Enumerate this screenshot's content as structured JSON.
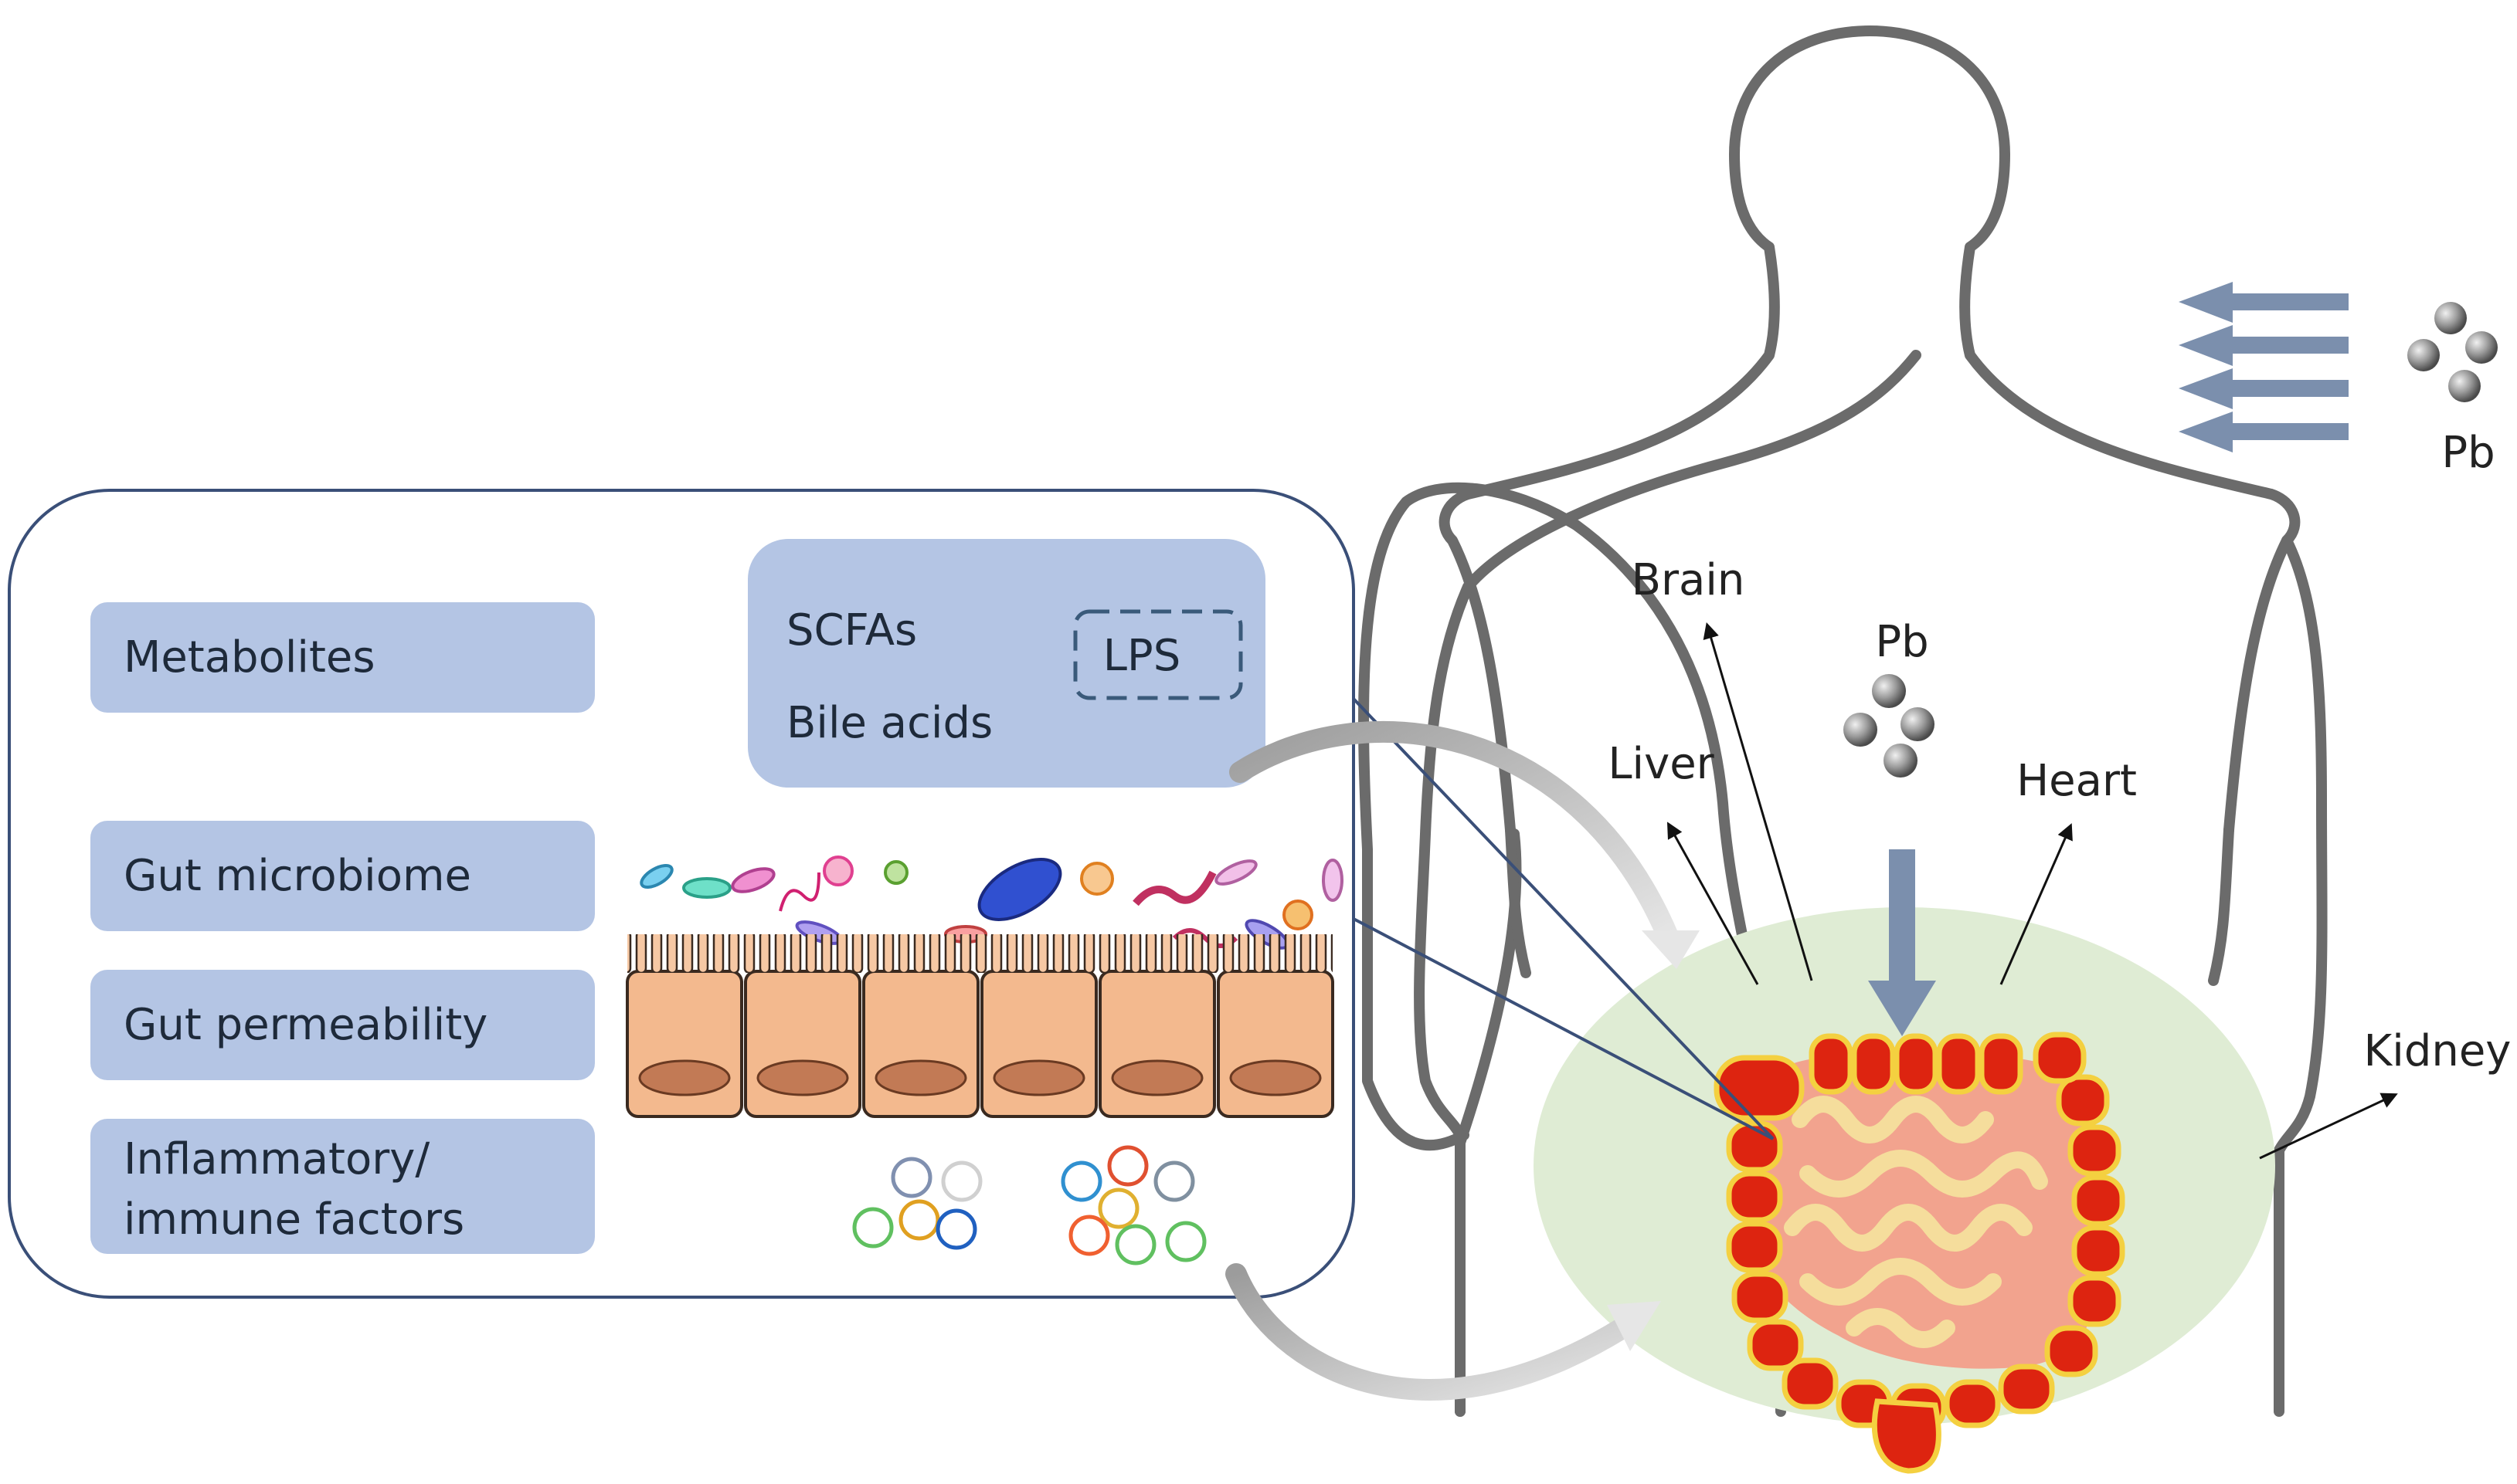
{
  "factors": {
    "metabolites": "Metabolites",
    "gut_microbiome": "Gut microbiome",
    "gut_permeability": "Gut permeability",
    "inflammatory_line1": "Inflammatory/",
    "inflammatory_line2": "immune factors"
  },
  "metabolite_box": {
    "scfas": "SCFAs",
    "bile_acids": "Bile acids",
    "lps": "LPS"
  },
  "organs": {
    "brain": "Brain",
    "liver": "Liver",
    "heart": "Heart",
    "kidney": "Kidney"
  },
  "lead": {
    "outside_label": "Pb",
    "inside_label": "Pb"
  },
  "colors": {
    "pill_fill": "#b4c5e4",
    "panel_border": "#3a4f78",
    "gut_zone": "#dfecd4",
    "colon_red": "#dd2410",
    "intestine_pink": "#f2a38e",
    "cell_orange": "#f3b98e",
    "arrow_blue": "#7b8fad",
    "body_outline": "#6b6b6b"
  }
}
